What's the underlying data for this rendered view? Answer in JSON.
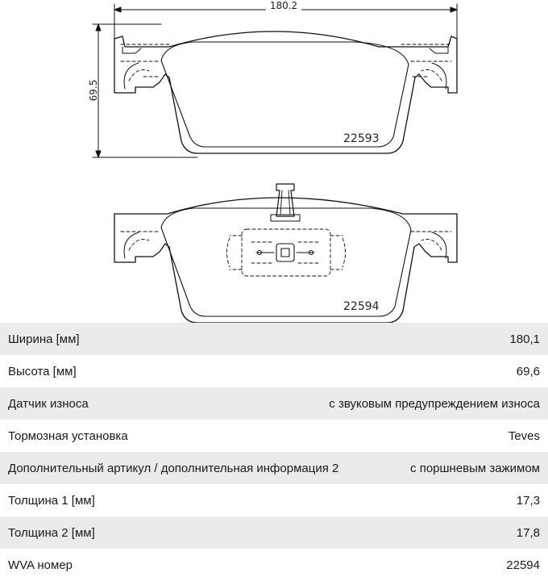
{
  "drawing": {
    "width_dim": "180.2",
    "height_dim": "69.5",
    "top_part_number": "22593",
    "bottom_part_number": "22594"
  },
  "specs": [
    {
      "label": "Ширина [мм]",
      "value": "180,1"
    },
    {
      "label": "Высота [мм]",
      "value": "69,6"
    },
    {
      "label": "Датчик износа",
      "value": "с звуковым предупреждением износа"
    },
    {
      "label": "Тормозная установка",
      "value": "Teves"
    },
    {
      "label": "Дополнительный артикул / дополнительная информация 2",
      "value": "с поршневым зажимом"
    },
    {
      "label": "Толщина 1 [мм]",
      "value": "17,3"
    },
    {
      "label": "Толщина 2 [мм]",
      "value": "17,8"
    },
    {
      "label": "WVA номер",
      "value": "22594"
    }
  ]
}
